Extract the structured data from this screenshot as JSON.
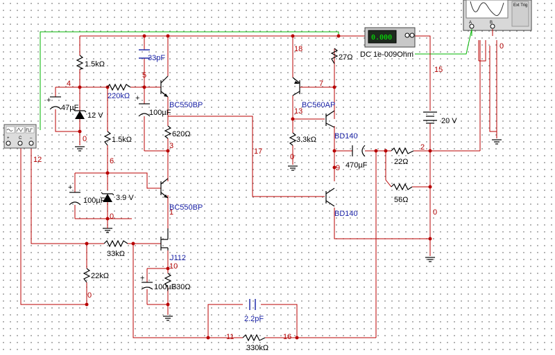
{
  "meter": {
    "display": "0.000",
    "label": "DC  1e-009Ohm"
  },
  "oscilloscope": {
    "title": "Ext Trig",
    "ch_a": "A",
    "ch_b": "B"
  },
  "components": {
    "r1": "1.5kΩ",
    "c33": "33pF",
    "r220": "220kΩ",
    "c47": "47µF",
    "z12": "12 V",
    "q1": "BC550BP",
    "c100a": "100µF",
    "r620": "620Ω",
    "r15b": "1.5kΩ",
    "c100b": "100µF",
    "z39": "3.9 V",
    "q2": "BC550BP",
    "r33": "33kΩ",
    "j112": "J112",
    "r22k": "22kΩ",
    "c100c": "100µF",
    "r330": "330Ω",
    "r27": "27Ω",
    "q3": "BC560AP",
    "r33k3": "3.3kΩ",
    "q4": "BD140",
    "c470": "470µF",
    "r22": "22Ω",
    "r56": "56Ω",
    "q5": "BD140",
    "v20": "20 V",
    "c22p": "2.2pF",
    "r330k": "330kΩ"
  },
  "nets": [
    {
      "id": "n18",
      "t": "18"
    },
    {
      "id": "n5",
      "t": "5"
    },
    {
      "id": "n4",
      "t": "4"
    },
    {
      "id": "n7",
      "t": "7"
    },
    {
      "id": "n13",
      "t": "13"
    },
    {
      "id": "n15",
      "t": "15"
    },
    {
      "id": "n0a",
      "t": "0"
    },
    {
      "id": "n3",
      "t": "3"
    },
    {
      "id": "n17",
      "t": "17"
    },
    {
      "id": "n0b",
      "t": "0"
    },
    {
      "id": "n2",
      "t": "2"
    },
    {
      "id": "n12",
      "t": "12"
    },
    {
      "id": "n6",
      "t": "6"
    },
    {
      "id": "n9",
      "t": "9"
    },
    {
      "id": "n0c",
      "t": "0"
    },
    {
      "id": "n1",
      "t": "1"
    },
    {
      "id": "n0d",
      "t": "0"
    },
    {
      "id": "n10",
      "t": "10"
    },
    {
      "id": "n0e",
      "t": "0"
    },
    {
      "id": "n0f",
      "t": "0"
    },
    {
      "id": "n11",
      "t": "11"
    },
    {
      "id": "n16",
      "t": "16"
    }
  ]
}
